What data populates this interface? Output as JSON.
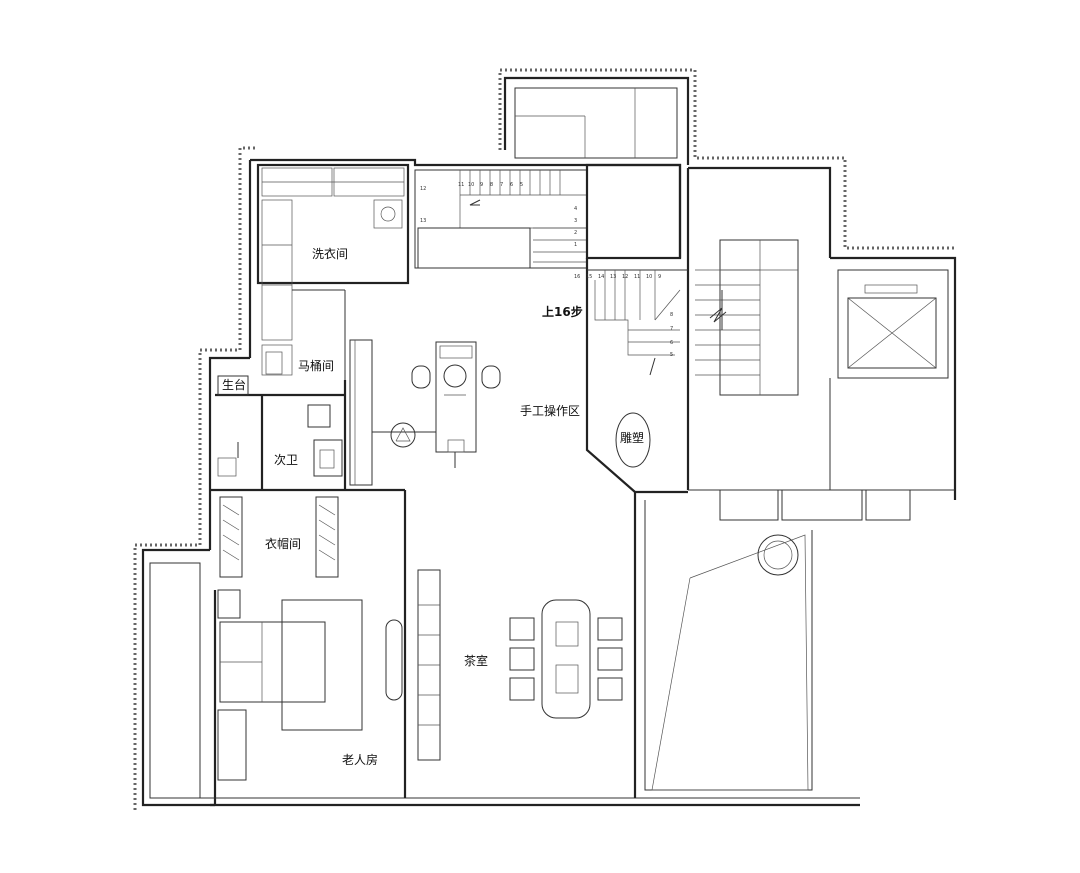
{
  "rooms": {
    "laundry": "洗衣间",
    "toilet_room": "马桶间",
    "balcony_small": "生台",
    "second_bath": "次卫",
    "cloakroom": "衣帽间",
    "elder_room": "老人房",
    "tea_room": "茶室",
    "craft_area": "手工操作区",
    "sculpture": "雕塑"
  },
  "stairs": {
    "note": "上16步",
    "upper_steps": [
      "11",
      "10",
      "9",
      "8",
      "7",
      "6",
      "5",
      "4",
      "3",
      "2",
      "1"
    ],
    "upper_side": [
      "12",
      "13"
    ],
    "lower_steps": [
      "16",
      "15",
      "14",
      "13",
      "12",
      "11",
      "10",
      "9"
    ],
    "lower_side": [
      "8",
      "7",
      "6",
      "5"
    ]
  },
  "colors": {
    "line": "#222222",
    "background": "#ffffff"
  }
}
